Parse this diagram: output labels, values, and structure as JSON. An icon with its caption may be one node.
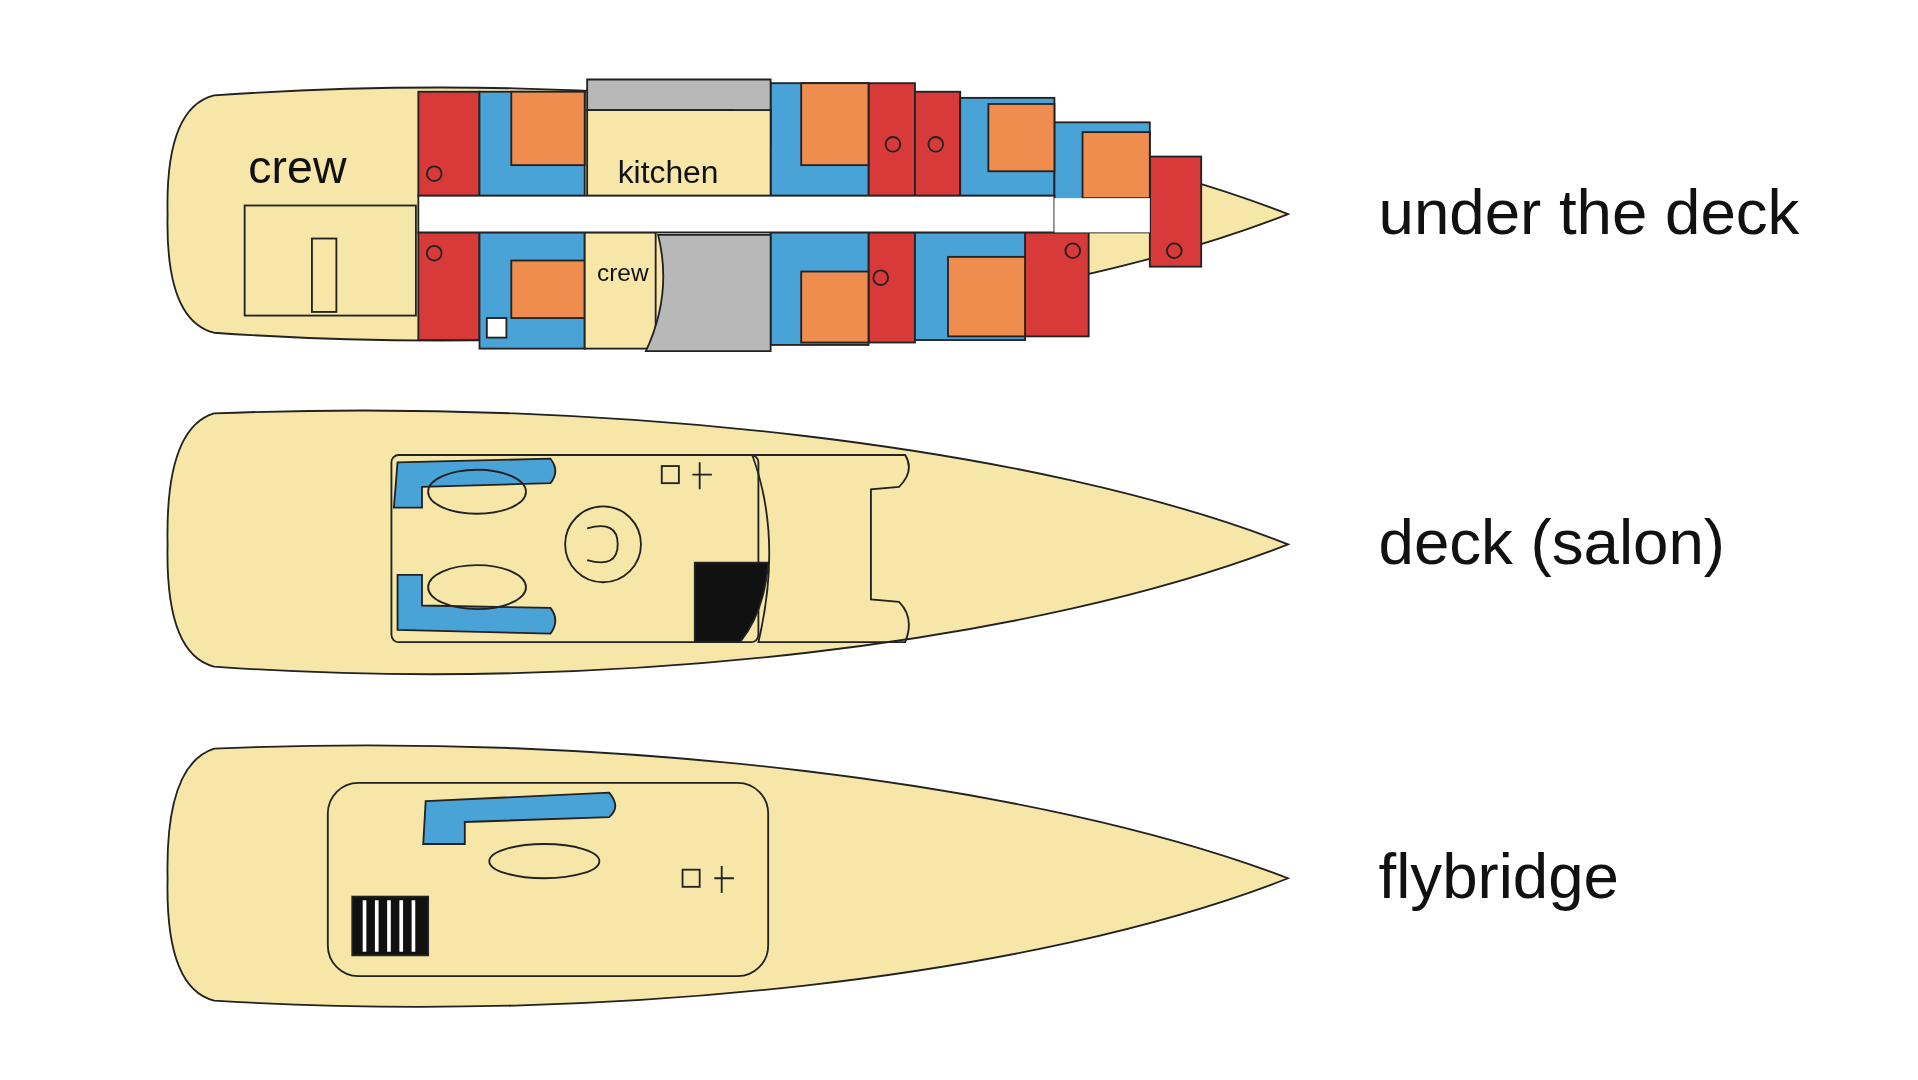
{
  "diagram": {
    "labels": [
      "crew",
      "kitchen",
      "under the deck",
      "crew",
      "deck (salon)",
      "flybridge"
    ]
  }
}
